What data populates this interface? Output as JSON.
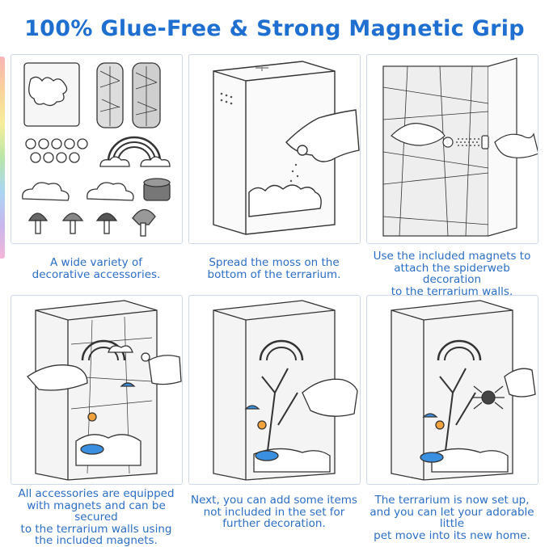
{
  "title": "100% Glue-Free & Strong Magnetic Grip",
  "steps": [
    {
      "lines": [
        "A wide variety of",
        "decorative accessories."
      ]
    },
    {
      "lines": [
        "Spread the moss on the",
        "bottom of the terrarium."
      ]
    },
    {
      "lines": [
        "Use the included magnets to",
        "attach the spiderweb decoration",
        "to the terrarium walls."
      ]
    },
    {
      "lines": [
        "All accessories are equipped",
        "with magnets and can be secured",
        "to the terrarium walls using",
        "the included magnets."
      ]
    },
    {
      "lines": [
        "Next, you can add some items",
        "not included in the set for",
        "further decoration."
      ]
    },
    {
      "lines": [
        "The terrarium is now set up,",
        "and you can let your adorable little",
        "pet move into its new home."
      ]
    }
  ],
  "colors": {
    "title": "#1f6fd1",
    "caption": "#2a6ec6",
    "accent_blue": "#3b8fe0",
    "accent_orange": "#f2a23c"
  }
}
